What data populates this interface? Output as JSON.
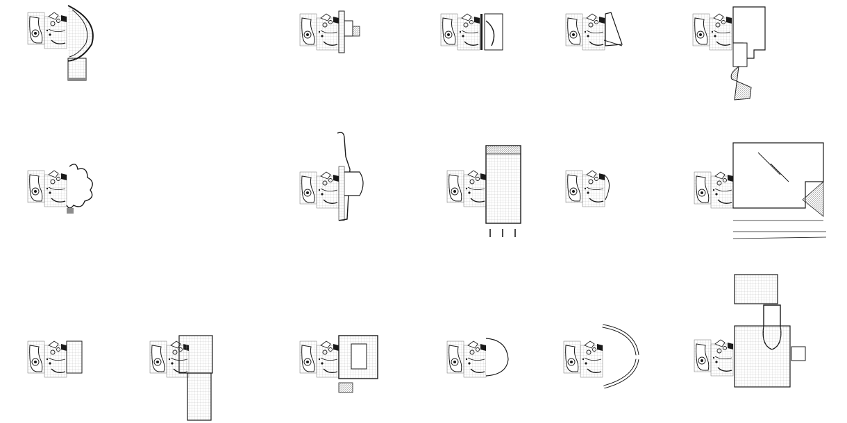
{
  "sheet": {
    "panel_count": 16,
    "rows": 3,
    "colors": {
      "line": "#1a1a1a",
      "grid": "#b3b3b3",
      "hatch": "#8c8c8c",
      "paper": "#ffffff"
    }
  },
  "panels": [
    {
      "id": 1,
      "variant": "arc-ring-with-base"
    },
    {
      "id": 2,
      "variant": "small-wing-right"
    },
    {
      "id": 3,
      "variant": "split-mirror"
    },
    {
      "id": 4,
      "variant": "angled-wedge"
    },
    {
      "id": 5,
      "variant": "large-block-with-curved-ramp"
    },
    {
      "id": 6,
      "variant": "cloud-lobes"
    },
    {
      "id": 7,
      "variant": "tall-column-line"
    },
    {
      "id": 8,
      "variant": "gridded-hall"
    },
    {
      "id": 9,
      "variant": "small-arc"
    },
    {
      "id": 10,
      "variant": "campus-complex"
    },
    {
      "id": 11,
      "variant": "small-grid-addition"
    },
    {
      "id": 12,
      "variant": "cloister-l"
    },
    {
      "id": 13,
      "variant": "courtyard-block"
    },
    {
      "id": 14,
      "variant": "quarter-disc"
    },
    {
      "id": 15,
      "variant": "segmented-ring"
    },
    {
      "id": 16,
      "variant": "bulb-with-grid-hall"
    }
  ]
}
